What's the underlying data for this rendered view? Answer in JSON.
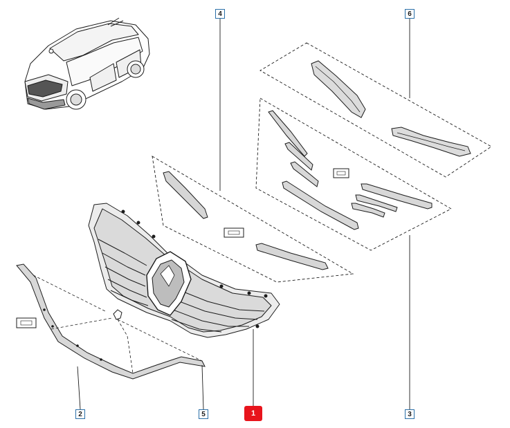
{
  "diagram": {
    "labels": [
      {
        "id": "1",
        "text": "1",
        "highlighted": true
      },
      {
        "id": "2",
        "text": "2",
        "highlighted": false
      },
      {
        "id": "3",
        "text": "3",
        "highlighted": false
      },
      {
        "id": "4",
        "text": "4",
        "highlighted": false
      },
      {
        "id": "5",
        "text": "5",
        "highlighted": false
      },
      {
        "id": "6",
        "text": "6",
        "highlighted": false
      }
    ],
    "colors": {
      "line": "#1b1b1b",
      "leader": "#2a6fa8",
      "highlight": "#e8141c",
      "part_fill": "#e4e4e4"
    }
  }
}
